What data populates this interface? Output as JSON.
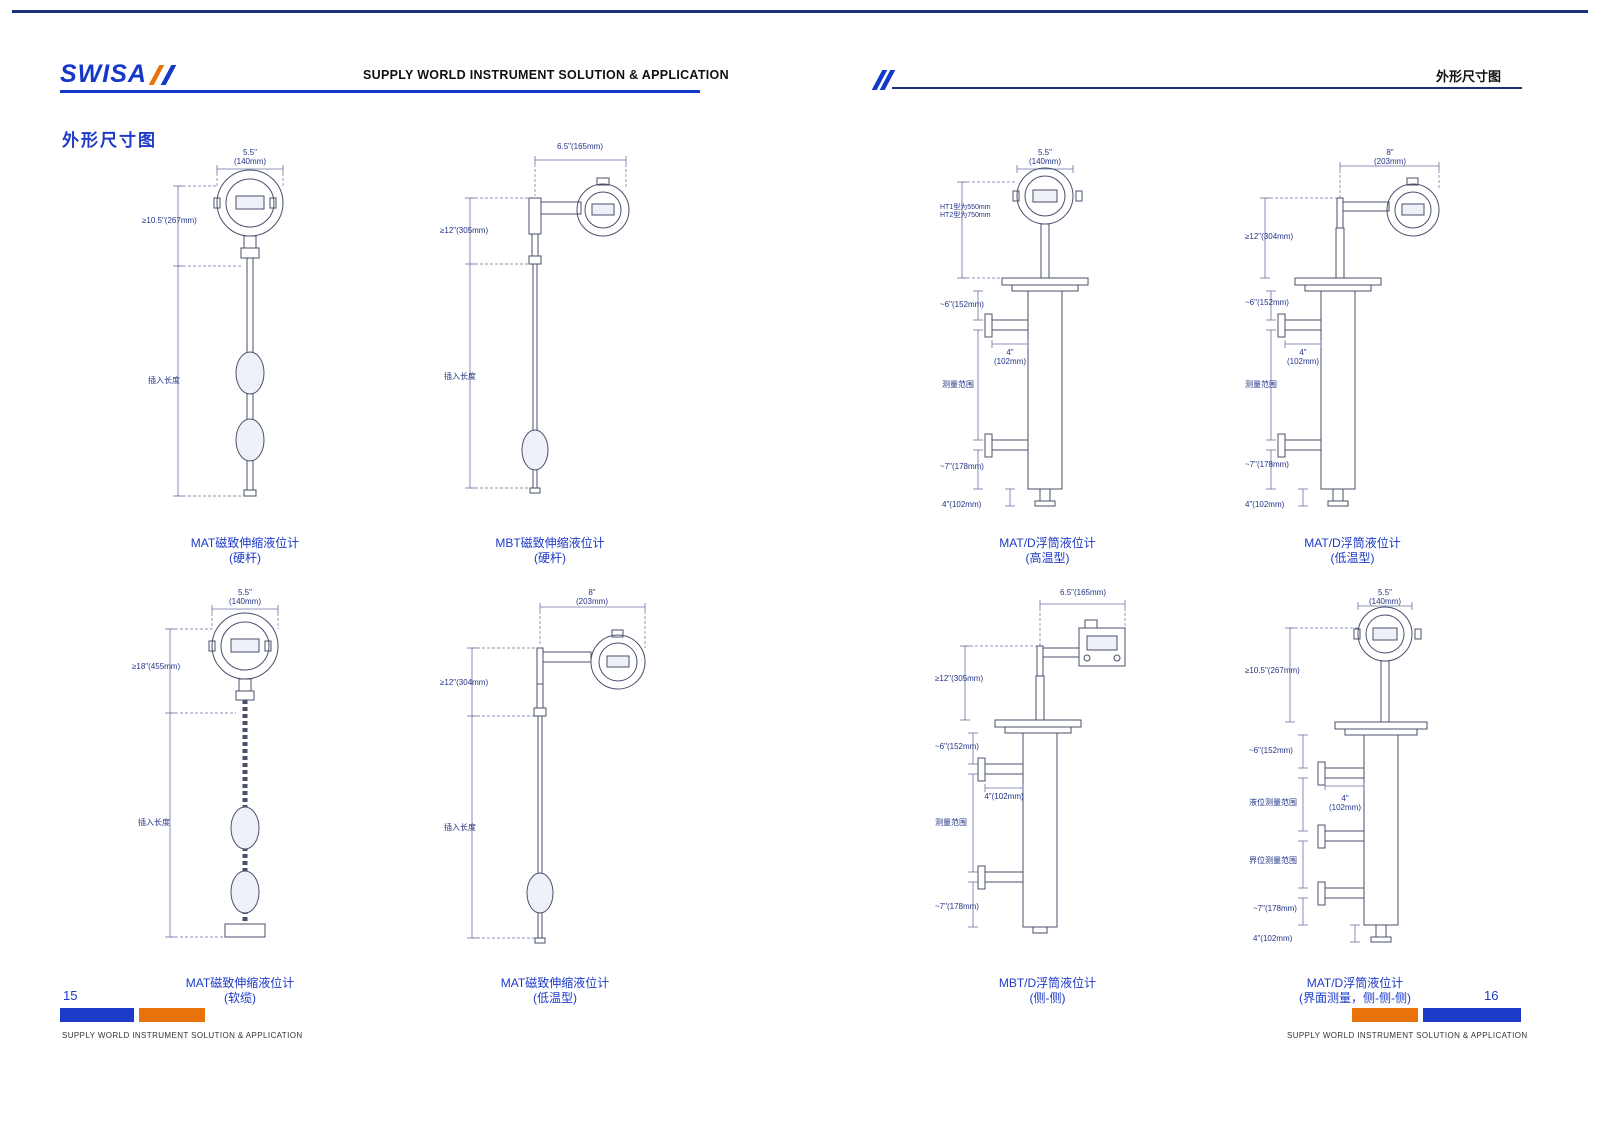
{
  "left_page": {
    "logo": "SWISA",
    "header_title": "SUPPLY WORLD INSTRUMENT SOLUTION & APPLICATION",
    "section_title": "外形尺寸图",
    "page_number": "15",
    "footer_text": "SUPPLY WORLD INSTRUMENT SOLUTION & APPLICATION"
  },
  "right_page": {
    "header_title": "外形尺寸图",
    "page_number": "16",
    "footer_text": "SUPPLY WORLD INSTRUMENT SOLUTION & APPLICATION"
  },
  "colors": {
    "accent_blue": "#1d3ac8",
    "accent_orange": "#e8720c",
    "rule_navy": "#1b2f7e"
  },
  "drawings": [
    {
      "caption": "MAT磁致伸缩液位计",
      "subcaption": "(硬杆)",
      "labels": {
        "top_width": "5.5\"",
        "top_width_mm": "(140mm)",
        "neck_len": "≥10.5\"(267mm)",
        "insert_len": "插入长度"
      }
    },
    {
      "caption": "MBT磁致伸缩液位计",
      "subcaption": "(硬杆)",
      "labels": {
        "top_width": "6.5\"(165mm)",
        "neck_len": "≥12\"(305mm)",
        "insert_len": "插入长度"
      }
    },
    {
      "caption": "MAT磁致伸缩液位计",
      "subcaption": "(软缆)",
      "labels": {
        "top_width": "5.5\"",
        "top_width_mm": "(140mm)",
        "neck_len": "≥18\"(455mm)",
        "insert_len": "插入长度"
      }
    },
    {
      "caption": "MAT磁致伸缩液位计",
      "subcaption": "(低温型)",
      "labels": {
        "top_width": "8\"",
        "top_width_mm": "(203mm)",
        "neck_len": "≥12\"(304mm)",
        "insert_len": "插入长度"
      }
    },
    {
      "caption": "MAT/D浮筒液位计",
      "subcaption": "(高温型)",
      "labels": {
        "top_width": "5.5\"",
        "top_width_mm": "(140mm)",
        "ht_note1": "HT1型为550mm",
        "ht_note2": "HT2型为750mm",
        "nozzle_top": "~6\"(152mm)",
        "nozzle_len": "4\"",
        "nozzle_len_mm": "(102mm)",
        "range": "测量范围",
        "bottom_offset": "~7\"(178mm)",
        "drain": "4\"(102mm)"
      }
    },
    {
      "caption": "MAT/D浮筒液位计",
      "subcaption": "(低温型)",
      "labels": {
        "top_width": "8\"",
        "top_width_mm": "(203mm)",
        "neck_len": "≥12\"(304mm)",
        "nozzle_top": "~6\"(152mm)",
        "nozzle_len": "4\"",
        "nozzle_len_mm": "(102mm)",
        "range": "测量范围",
        "bottom_offset": "~7\"(178mm)",
        "drain": "4\"(102mm)"
      }
    },
    {
      "caption": "MBT/D浮筒液位计",
      "subcaption": "(侧-侧)",
      "labels": {
        "top_width": "6.5\"(165mm)",
        "neck_len": "≥12\"(305mm)",
        "nozzle_top": "~6\"(152mm)",
        "nozzle_len": "4\"(102mm)",
        "range": "测量范围",
        "bottom_offset": "~7\"(178mm)"
      }
    },
    {
      "caption": "MAT/D浮筒液位计",
      "subcaption": "(界面测量，侧-侧-侧)",
      "labels": {
        "top_width": "5.5\"",
        "top_width_mm": "(140mm)",
        "neck_len": "≥10.5\"(267mm)",
        "nozzle_top": "~6\"(152mm)",
        "level_range": "液位测量范围",
        "nozzle_len": "4\"",
        "nozzle_len_mm": "(102mm)",
        "interface_range": "界位测量范围",
        "bottom_offset": "~7\"(178mm)",
        "drain": "4\"(102mm)"
      }
    }
  ]
}
